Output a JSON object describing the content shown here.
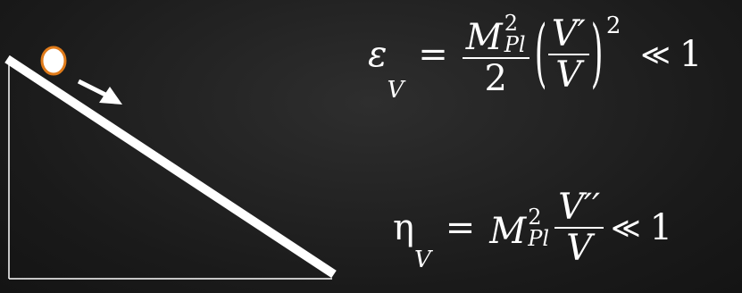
{
  "colors": {
    "background": "#1e1e1e",
    "ball_fill": "#ffffff",
    "ball_stroke": "#e07b1a",
    "line": "#ffffff"
  },
  "equation_epsilon": {
    "lhs_symbol": "ε",
    "lhs_sub": "V",
    "eq": "=",
    "num_base": "M",
    "num_sup": "2",
    "num_sub": "Pl",
    "den": "2",
    "inner_num": "V′",
    "inner_den": "V",
    "paren_left": "(",
    "paren_right": ")",
    "outer_sup": "2",
    "relation": "≪",
    "rhs": "1"
  },
  "equation_eta": {
    "lhs_symbol": "η",
    "lhs_sub": "V",
    "eq": "=",
    "base": "M",
    "sup": "2",
    "sub": "Pl",
    "num": "V′′",
    "den": "V",
    "relation": "≪",
    "rhs": "1"
  },
  "icons": {
    "ball": "circle",
    "arrow": "arrow-down-right"
  }
}
